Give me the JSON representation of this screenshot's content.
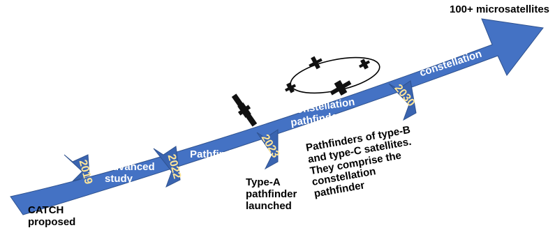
{
  "colors": {
    "arrow_fill": "#4472c4",
    "arrow_dark": "#2f528f",
    "year_text": "#ffe699",
    "stage_text": "#ffffff",
    "note_text": "#000000"
  },
  "years": [
    "2019",
    "2022",
    "2023",
    "2030"
  ],
  "stages": [
    "Advanced\nstudy",
    "Pathfinder\nof type-A",
    "Constellation\npathfinder",
    "Full\nconstellation"
  ],
  "notes": {
    "start": "CATCH\nproposed",
    "type_a": "Type-A\npathfinder\nlaunched",
    "type_bc": "Pathfinders of type-B\nand type-C satellites.\nThey comprise the\nconstellation\npathfinder",
    "end": "100+ microsatellites"
  },
  "icons": [
    "satellite-icon",
    "orbit-ring-icon"
  ]
}
